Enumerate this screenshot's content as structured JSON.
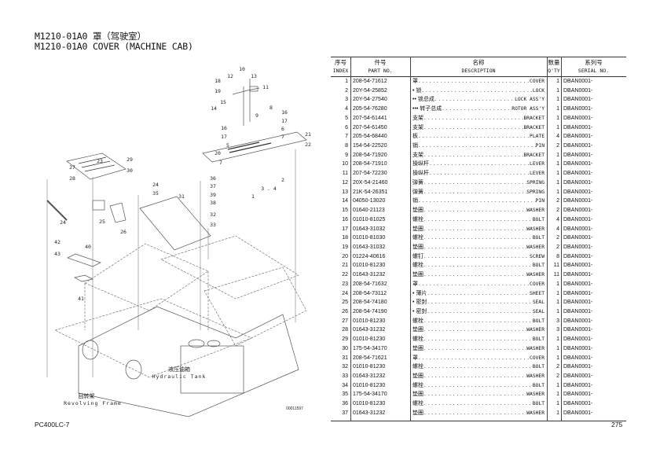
{
  "title": {
    "line1": "M1210-01A0 罩（驾驶室）",
    "line2": "M1210-01A0 COVER (MACHINE CAB)"
  },
  "diagram": {
    "callouts": [
      "10",
      "12",
      "13",
      "18",
      "11",
      "19",
      "15",
      "8",
      "14",
      "9",
      "16",
      "17",
      "6",
      "16",
      "21",
      "7",
      "17",
      "22",
      "5",
      "20",
      "7",
      "29",
      "23",
      "27",
      "30",
      "28",
      "2",
      "36",
      "24",
      "37",
      "3 . 4",
      "35",
      "39",
      "31",
      "1",
      "38",
      "32",
      "24",
      "25",
      "33",
      "26",
      "42",
      "40",
      "43",
      "41"
    ],
    "hydraulic_tank_cn": "液压油箱",
    "hydraulic_tank_en": "Hydraulic Tank",
    "revolving_frame_cn": "回转架",
    "revolving_frame_en": "Revolving Frame",
    "drawing_no": "00011597"
  },
  "table": {
    "headers": {
      "index_cn": "序号",
      "index_en": "INDEX",
      "part_cn": "件号",
      "part_en": "PART NO.",
      "desc_cn": "名称",
      "desc_en": "DESCRIPTION",
      "qty_cn": "数量",
      "qty_en": "Q'TY",
      "serial_cn": "系列号",
      "serial_en": "SERIAL NO."
    },
    "rows": [
      {
        "index": "1",
        "part": "208-54-71612",
        "cn": "罩",
        "en": "COVER",
        "qty": "1",
        "serial": "DBAN0001-"
      },
      {
        "index": "2",
        "part": "20Y-54-25852",
        "cn": "• 锁",
        "en": "LOCK",
        "qty": "1",
        "serial": "DBAN0001-"
      },
      {
        "index": "3",
        "part": "20Y-54-27540",
        "cn": "•• 锁总成",
        "en": "LOCK ASS'Y",
        "qty": "1",
        "serial": "DBAN0001-"
      },
      {
        "index": "4",
        "part": "205-54-76280",
        "cn": "••• 转子总成",
        "en": "ROTOR ASS'Y",
        "qty": "1",
        "serial": "DBAN0001-"
      },
      {
        "index": "5",
        "part": "207-54-61441",
        "cn": "支架",
        "en": "BRACKET",
        "qty": "1",
        "serial": "DBAN0001-"
      },
      {
        "index": "6",
        "part": "207-54-61450",
        "cn": "支架",
        "en": "BRACKET",
        "qty": "1",
        "serial": "DBAN0001-"
      },
      {
        "index": "7",
        "part": "205-54-68440",
        "cn": "板",
        "en": "PLATE",
        "qty": "4",
        "serial": "DBAN0001-"
      },
      {
        "index": "8",
        "part": "154-54-22520",
        "cn": "销",
        "en": "PIN",
        "qty": "2",
        "serial": "DBAN0001-"
      },
      {
        "index": "9",
        "part": "208-54-71920",
        "cn": "支架",
        "en": "BRACKET",
        "qty": "1",
        "serial": "DBAN0001-"
      },
      {
        "index": "10",
        "part": "208-54-71910",
        "cn": "操纵杆",
        "en": "LEVER",
        "qty": "1",
        "serial": "DBAN0001-"
      },
      {
        "index": "11",
        "part": "207-54-72230",
        "cn": "操纵杆",
        "en": "LEVER",
        "qty": "1",
        "serial": "DBAN0001-"
      },
      {
        "index": "12",
        "part": "20X-54-21460",
        "cn": "弹簧",
        "en": "SPRING",
        "qty": "1",
        "serial": "DBAN0001-"
      },
      {
        "index": "13",
        "part": "21K-54-26351",
        "cn": "弹簧",
        "en": "SPRING",
        "qty": "1",
        "serial": "DBAN0001-"
      },
      {
        "index": "14",
        "part": "04050-13020",
        "cn": "销",
        "en": "PIN",
        "qty": "2",
        "serial": "DBAN0001-"
      },
      {
        "index": "15",
        "part": "01640-21123",
        "cn": "垫圈",
        "en": "WASHER",
        "qty": "2",
        "serial": "DBAN0001-"
      },
      {
        "index": "16",
        "part": "01010-81025",
        "cn": "螺栓",
        "en": "BOLT",
        "qty": "4",
        "serial": "DBAN0001-"
      },
      {
        "index": "17",
        "part": "01643-31032",
        "cn": "垫圈",
        "en": "WASHER",
        "qty": "4",
        "serial": "DBAN0001-"
      },
      {
        "index": "18",
        "part": "01010-81030",
        "cn": "螺栓",
        "en": "BOLT",
        "qty": "2",
        "serial": "DBAN0001-"
      },
      {
        "index": "19",
        "part": "01643-31032",
        "cn": "垫圈",
        "en": "WASHER",
        "qty": "2",
        "serial": "DBAN0001-"
      },
      {
        "index": "20",
        "part": "01224-40616",
        "cn": "螺钉",
        "en": "SCREW",
        "qty": "8",
        "serial": "DBAN0001-"
      },
      {
        "index": "21",
        "part": "01010-81230",
        "cn": "螺栓",
        "en": "BOLT",
        "qty": "11",
        "serial": "DBAN0001-"
      },
      {
        "index": "22",
        "part": "01643-31232",
        "cn": "垫圈",
        "en": "WASHER",
        "qty": "11",
        "serial": "DBAN0001-"
      },
      {
        "index": "23",
        "part": "208-54-71632",
        "cn": "罩",
        "en": "COVER",
        "qty": "1",
        "serial": "DBAN0001-"
      },
      {
        "index": "24",
        "part": "208-54-73112",
        "cn": "• 薄片",
        "en": "SHEET",
        "qty": "1",
        "serial": "DBAN0001-"
      },
      {
        "index": "25",
        "part": "208-54-74180",
        "cn": "• 密封",
        "en": "SEAL",
        "qty": "1",
        "serial": "DBAN0001-"
      },
      {
        "index": "26",
        "part": "208-54-74190",
        "cn": "• 密封",
        "en": "SEAL",
        "qty": "1",
        "serial": "DBAN0001-"
      },
      {
        "index": "27",
        "part": "01010-81230",
        "cn": "螺栓",
        "en": "BOLT",
        "qty": "3",
        "serial": "DBAN0001-"
      },
      {
        "index": "28",
        "part": "01643-31232",
        "cn": "垫圈",
        "en": "WASHER",
        "qty": "3",
        "serial": "DBAN0001-"
      },
      {
        "index": "29",
        "part": "01010-81230",
        "cn": "螺栓",
        "en": "BOLT",
        "qty": "1",
        "serial": "DBAN0001-"
      },
      {
        "index": "30",
        "part": "175-54-34170",
        "cn": "垫圈",
        "en": "WASHER",
        "qty": "1",
        "serial": "DBAN0001-"
      },
      {
        "index": "31",
        "part": "208-54-71621",
        "cn": "罩",
        "en": "COVER",
        "qty": "1",
        "serial": "DBAN0001-"
      },
      {
        "index": "32",
        "part": "01010-81230",
        "cn": "螺栓",
        "en": "BOLT",
        "qty": "2",
        "serial": "DBAN0001-"
      },
      {
        "index": "33",
        "part": "01643-31232",
        "cn": "垫圈",
        "en": "WASHER",
        "qty": "2",
        "serial": "DBAN0001-"
      },
      {
        "index": "34",
        "part": "01010-81230",
        "cn": "螺栓",
        "en": "BOLT",
        "qty": "1",
        "serial": "DBAN0001-"
      },
      {
        "index": "35",
        "part": "175-54-34170",
        "cn": "垫圈",
        "en": "WASHER",
        "qty": "1",
        "serial": "DBAN0001-"
      },
      {
        "index": "36",
        "part": "01010-81230",
        "cn": "螺栓",
        "en": "BOLT",
        "qty": "1",
        "serial": "DBAN0001-"
      },
      {
        "index": "37",
        "part": "01643-31232",
        "cn": "垫圈",
        "en": "WASHER",
        "qty": "1",
        "serial": "DBAN0001-"
      }
    ]
  },
  "footer": {
    "model": "PC400LC-7",
    "page": "275"
  }
}
